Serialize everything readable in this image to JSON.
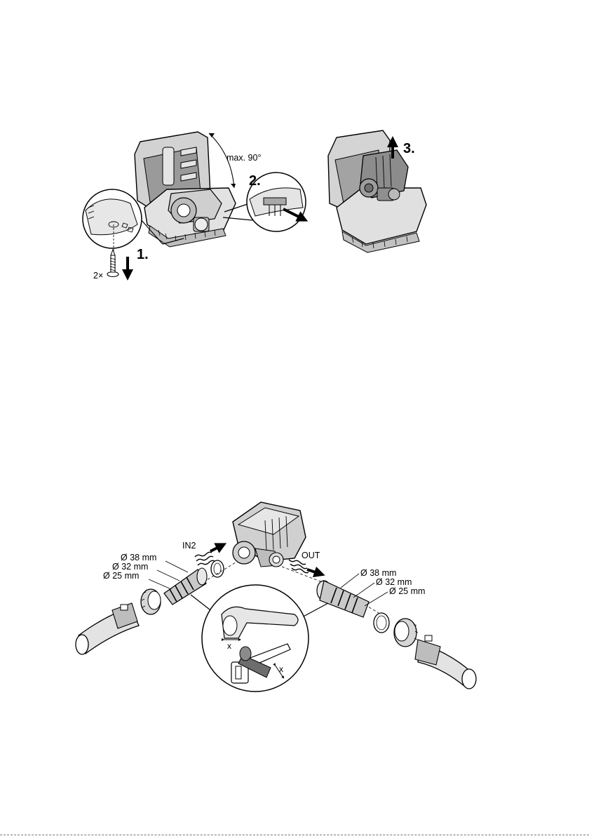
{
  "figure1": {
    "angle_label": "max. 90°",
    "step1": "1.",
    "step2": "2.",
    "step3": "3.",
    "screw_count": "2×"
  },
  "figure2": {
    "inlet_label": "IN2",
    "outlet_label": "OUT",
    "left_sizes": [
      "Ø 38 mm",
      "Ø 32 mm",
      "Ø 25 mm"
    ],
    "right_sizes": [
      "Ø 38 mm",
      "Ø 32 mm",
      "Ø 25 mm"
    ],
    "cut_label_1": "x",
    "cut_label_2": "x"
  },
  "colors": {
    "line": "#000000",
    "housing": "#d9d9d9",
    "pump": "#8a8a8a",
    "hose": "#e6e6e6"
  }
}
